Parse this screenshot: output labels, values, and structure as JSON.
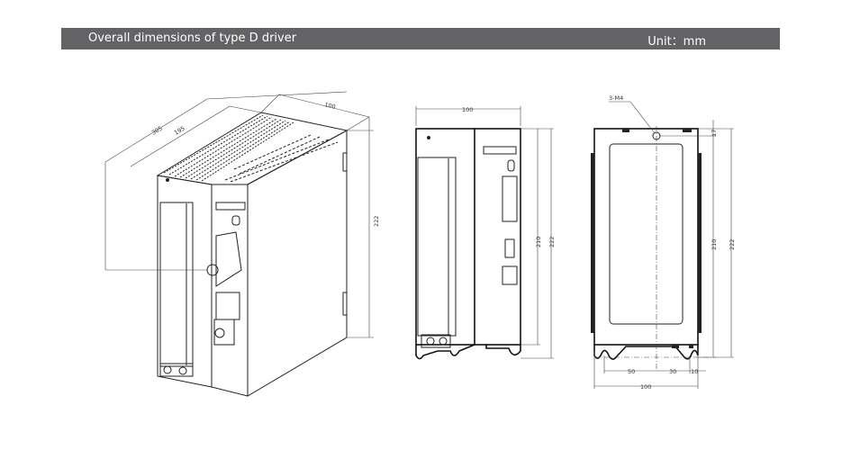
{
  "header": {
    "title": "Overall dimensions of type D driver",
    "unit": "Unit：mm"
  },
  "isometric_view": {
    "depth_total": "305",
    "depth_body": "195",
    "width": "100",
    "height": "222"
  },
  "front_view": {
    "width": "100",
    "height_body": "210",
    "height_total": "222"
  },
  "rear_view": {
    "hole_label": "3-M4",
    "top_offset": "17",
    "height_body": "210",
    "height_total": "222",
    "spacing_a": "50",
    "spacing_b": "30",
    "spacing_c": "10",
    "width": "100"
  }
}
